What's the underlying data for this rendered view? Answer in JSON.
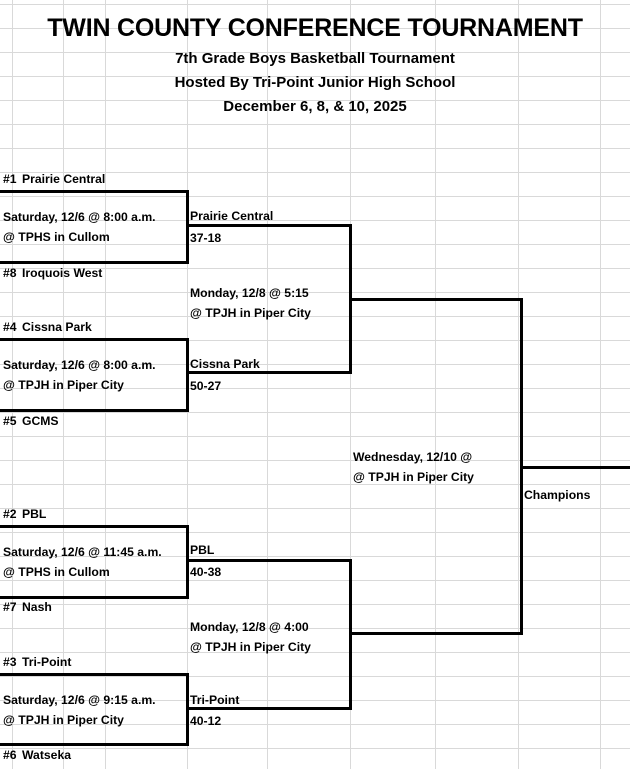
{
  "header": {
    "title": "TWIN COUNTY CONFERENCE TOURNAMENT",
    "subtitle1": "7th Grade Boys Basketball Tournament",
    "subtitle2": "Hosted By Tri-Point Junior High School",
    "dates": "December 6, 8, & 10, 2025"
  },
  "bracket": {
    "round1": [
      {
        "top_seed": "#1",
        "top_team": "Prairie Central",
        "game_time": "Saturday, 12/6 @ 8:00 a.m.",
        "game_site": "@ TPHS in Cullom",
        "bottom_seed": "#8",
        "bottom_team": "Iroquois West",
        "winner": "Prairie Central",
        "score": "37-18"
      },
      {
        "top_seed": "#4",
        "top_team": "Cissna Park",
        "game_time": "Saturday, 12/6 @ 8:00 a.m.",
        "game_site": "@ TPJH in Piper City",
        "bottom_seed": "#5",
        "bottom_team": "GCMS",
        "winner": "Cissna Park",
        "score": "50-27"
      },
      {
        "top_seed": "#2",
        "top_team": "PBL",
        "game_time": "Saturday, 12/6 @ 11:45 a.m.",
        "game_site": "@ TPHS in Cullom",
        "bottom_seed": "#7",
        "bottom_team": "Nash",
        "winner": "PBL",
        "score": "40-38"
      },
      {
        "top_seed": "#3",
        "top_team": "Tri-Point",
        "game_time": "Saturday, 12/6 @ 9:15 a.m.",
        "game_site": "@ TPJH in Piper City",
        "bottom_seed": "#6",
        "bottom_team": "Watseka",
        "winner": "Tri-Point",
        "score": "40-12"
      }
    ],
    "semifinals": [
      {
        "game_time": "Monday, 12/8 @ 5:15",
        "game_site": "@ TPJH in Piper City"
      },
      {
        "game_time": "Monday, 12/8 @ 4:00",
        "game_site": "@ TPJH in Piper City"
      }
    ],
    "final": {
      "game_time": "Wednesday, 12/10 @",
      "game_site": "@ TPJH in Piper City",
      "champion_label": "Champions"
    }
  },
  "colors": {
    "gridline": "#d9d9d9",
    "bracket_line": "#000000",
    "text": "#000000",
    "background": "#ffffff"
  }
}
